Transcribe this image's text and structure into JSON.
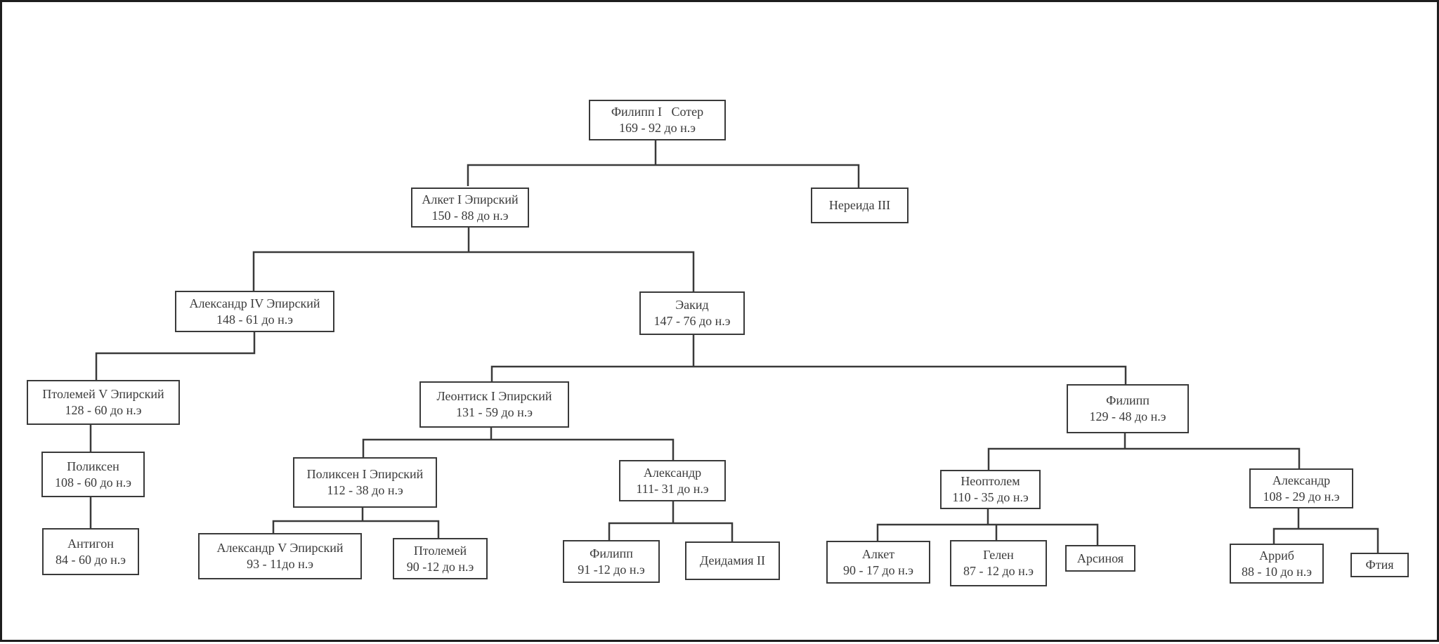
{
  "nodes": {
    "filipp_i_soter": {
      "name": "Филипп I   Сотер",
      "years": "169 - 92 до н.э"
    },
    "alket_i": {
      "name": "Алкет I Эпирский",
      "years": "150 - 88 до н.э"
    },
    "nereida_iii": {
      "name": "Нереида III"
    },
    "aleksandr_iv": {
      "name": "Александр IV Эпирский",
      "years": "148 - 61 до н.э"
    },
    "eakid": {
      "name": "Эакид",
      "years": "147 - 76 до н.э"
    },
    "ptolemei_v": {
      "name": "Птолемей V Эпирский",
      "years": "128 - 60 до н.э"
    },
    "leontisk_i": {
      "name": "Леонтиск I Эпирский",
      "years": "131 - 59 до н.э"
    },
    "filipp_129": {
      "name": "Филипп",
      "years": "129 - 48 до н.э"
    },
    "poliksen_108": {
      "name": "Поликсен",
      "years": "108 - 60 до н.э"
    },
    "poliksen_i": {
      "name": "Поликсен I Эпирский",
      "years": "112 - 38 до н.э"
    },
    "aleksandr_111": {
      "name": "Александр",
      "years": "111- 31 до н.э"
    },
    "neoptolem": {
      "name": "Неоптолем",
      "years": "110 - 35 до н.э"
    },
    "aleksandr_108": {
      "name": "Александр",
      "years": "108 - 29 до н.э"
    },
    "antigon": {
      "name": "Антигон",
      "years": "84 - 60 до н.э"
    },
    "aleksandr_v": {
      "name": "Александр V Эпирский",
      "years": "93 - 11до н.э"
    },
    "ptolemei_90": {
      "name": "Птолемей",
      "years": "90 -12 до н.э"
    },
    "filipp_91": {
      "name": "Филипп",
      "years": "91 -12 до н.э"
    },
    "deidamia_ii": {
      "name": "Деидамия II"
    },
    "alket_90": {
      "name": "Алкет",
      "years": "90 - 17 до н.э"
    },
    "gelen": {
      "name": "Гелен",
      "years": "87 - 12 до н.э"
    },
    "arsinoya": {
      "name": "Арсиноя"
    },
    "arrib": {
      "name": "Арриб",
      "years": "88 - 10 до н.э"
    },
    "ftia": {
      "name": "Фтия"
    }
  }
}
